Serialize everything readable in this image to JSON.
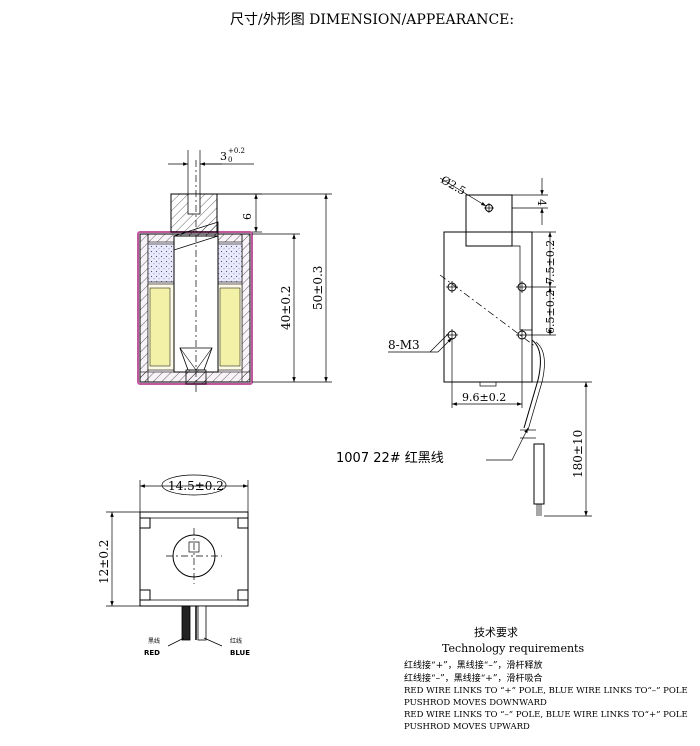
{
  "title": "尺寸/外形图 DIMENSION/APPEARANCE:",
  "front_view": {
    "pin_width": "3",
    "pin_width_tol": "+0.2",
    "pin_width_tol_low": "0",
    "top_gap": "9",
    "height_inner": "40±0.2",
    "height_total": "50±0.3"
  },
  "side_view": {
    "hole_dia": "Ø2.5",
    "top_offset": "4",
    "pitch_upper": "7.5±0.2",
    "pitch_lower": "6.5±0.2",
    "hole_spec": "8-M3",
    "hole_spacing": "9.6±0.2",
    "wire_length": "180±10",
    "wire_spec": "1007  22#  红黑线"
  },
  "bottom_view": {
    "width": "14.5±0.2",
    "height": "12±0.2",
    "red_cn": "黑线",
    "red_en": "RED",
    "blue_cn": "红线",
    "blue_en": "BLUE"
  },
  "requirements": {
    "title_cn": "技术要求",
    "title_en": "Technology   requirements",
    "lines": [
      "红线接“+”，黑线接“–”，滑杆释放",
      "红线接“–”，黑线接“+”，滑杆吸合",
      "RED WIRE LINKS TO  “+” POLE, BLUE WIRE LINKS TO“–” POLE",
      "PUSHROD MOVES DOWNWARD",
      "RED WIRE LINKS TO  “–” POLE, BLUE WIRE LINKS TO“+” POLE",
      "PUSHROD MOVES UPWARD"
    ]
  },
  "colors": {
    "coil_fill": "#f7eec4",
    "winding_fill": "#f3f0a8",
    "foam_fill": "#e9e9ff",
    "housing_edge": "#c2569f"
  }
}
